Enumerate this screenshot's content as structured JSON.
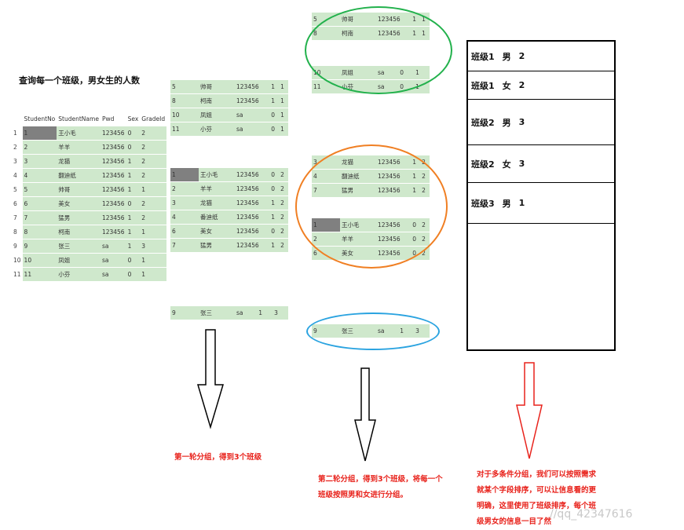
{
  "title": "查询每一个班级，男女生的人数",
  "main_table": {
    "headers": [
      "StudentNo",
      "StudentName",
      "Pwd",
      "Sex",
      "GradeId"
    ],
    "rows": [
      [
        "1",
        "1",
        "王小毛",
        "123456",
        "0",
        "2"
      ],
      [
        "2",
        "2",
        "羊羊",
        "123456",
        "0",
        "2"
      ],
      [
        "3",
        "3",
        "龙猫",
        "123456",
        "1",
        "2"
      ],
      [
        "4",
        "4",
        "翻迪纸",
        "123456",
        "1",
        "2"
      ],
      [
        "5",
        "5",
        "帅哥",
        "123456",
        "1",
        "1"
      ],
      [
        "6",
        "6",
        "美女",
        "123456",
        "0",
        "2"
      ],
      [
        "7",
        "7",
        "猛男",
        "123456",
        "1",
        "2"
      ],
      [
        "8",
        "8",
        "柯南",
        "123456",
        "1",
        "1"
      ],
      [
        "9",
        "9",
        "张三",
        "sa",
        "1",
        "3"
      ],
      [
        "10",
        "10",
        "凤姐",
        "sa",
        "0",
        "1"
      ],
      [
        "11",
        "11",
        "小芬",
        "sa",
        "0",
        "1"
      ]
    ]
  },
  "round1": {
    "group1": [
      [
        "5",
        "帅哥",
        "123456",
        "1",
        "1"
      ],
      [
        "8",
        "柯南",
        "123456",
        "1",
        "1"
      ],
      [
        "10",
        "凤姐",
        "sa",
        "0",
        "1"
      ],
      [
        "11",
        "小芬",
        "sa",
        "0",
        "1"
      ]
    ],
    "group2": [
      [
        "1",
        "王小毛",
        "123456",
        "0",
        "2"
      ],
      [
        "2",
        "羊羊",
        "123456",
        "0",
        "2"
      ],
      [
        "3",
        "龙猫",
        "123456",
        "1",
        "2"
      ],
      [
        "4",
        "番迪纸",
        "123456",
        "1",
        "2"
      ],
      [
        "6",
        "美女",
        "123456",
        "0",
        "2"
      ],
      [
        "7",
        "猛男",
        "123456",
        "1",
        "2"
      ]
    ],
    "group3": [
      [
        "9",
        "张三",
        "sa",
        "1",
        "3"
      ]
    ]
  },
  "round2": {
    "g1_male": [
      [
        "5",
        "帅哥",
        "123456",
        "1",
        "1"
      ],
      [
        "8",
        "柯南",
        "123456",
        "1",
        "1"
      ]
    ],
    "g1_female": [
      [
        "10",
        "凤姐",
        "sa",
        "0",
        "1"
      ],
      [
        "11",
        "小芬",
        "sa",
        "0",
        "1"
      ]
    ],
    "g2_male": [
      [
        "3",
        "龙猫",
        "123456",
        "1",
        "2"
      ],
      [
        "4",
        "翻迪纸",
        "123456",
        "1",
        "2"
      ],
      [
        "7",
        "猛男",
        "123456",
        "1",
        "2"
      ]
    ],
    "g2_female": [
      [
        "1",
        "王小毛",
        "123456",
        "0",
        "2"
      ],
      [
        "2",
        "羊羊",
        "123456",
        "0",
        "2"
      ],
      [
        "6",
        "美女",
        "123456",
        "0",
        "2"
      ]
    ],
    "g3": [
      [
        "9",
        "张三",
        "sa",
        "1",
        "3"
      ]
    ]
  },
  "results": [
    {
      "cls": "班级1",
      "sex": "男",
      "count": "2"
    },
    {
      "cls": "班级1",
      "sex": "女",
      "count": "2"
    },
    {
      "cls": "班级2",
      "sex": "男",
      "count": "3"
    },
    {
      "cls": "班级2",
      "sex": "女",
      "count": "3"
    },
    {
      "cls": "班级3",
      "sex": "男",
      "count": "1"
    }
  ],
  "notes": {
    "round1": "第一轮分组，得到3个班级",
    "round2": "第二轮分组，得到3个班级，将每一个班级按照男和女进行分组。",
    "conclusion": "对于多条件分组，我们可以按照需求就某个字段排序，可以让信息看的更明确，这里使用了班级排序，每个班级男女的信息一目了然"
  },
  "watermark": "//qq_42347616",
  "colors": {
    "row_green": "#cfe8cc",
    "ellipse_green": "#22b14c",
    "ellipse_orange": "#f07f23",
    "ellipse_blue": "#2aa3e0",
    "arrow_red": "#e8221b"
  }
}
